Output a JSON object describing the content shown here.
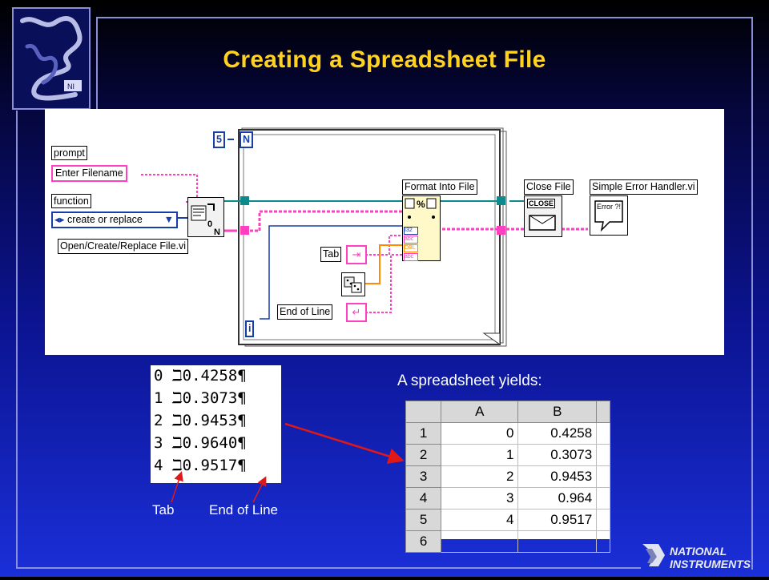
{
  "title": "Creating a Spreadsheet File",
  "diagram": {
    "loop_count": "N",
    "loop_count_value": "5",
    "iteration": "i",
    "prompt_tag": "prompt",
    "prompt_value": "Enter Filename",
    "function_tag": "function",
    "function_value": "create or replace",
    "open_vi": "Open/Create/Replace File.vi",
    "format_into_file": "Format Into File",
    "close_file": "Close File",
    "error_handler": "Simple Error Handler.vi",
    "tab_const": "Tab",
    "eol_const": "End of Line",
    "close_icon_text": "CLOSE",
    "error_icon_text": "Error ?!",
    "format_rows": [
      "I32",
      "abc",
      "DBL",
      "abc"
    ]
  },
  "listing": {
    "rows": [
      "0 ℶ0.4258¶",
      "1 ℶ0.3073¶",
      "2 ℶ0.9453¶",
      "3 ℶ0.9640¶",
      "4 ℶ0.9517¶"
    ]
  },
  "labels": {
    "tab": "Tab",
    "eol": "End of Line",
    "yields": "A spreadsheet yields:"
  },
  "sheet": {
    "columns": [
      "A",
      "B"
    ],
    "rows": [
      {
        "row": "1",
        "a": "0",
        "b": "0.4258"
      },
      {
        "row": "2",
        "a": "1",
        "b": "0.3073"
      },
      {
        "row": "3",
        "a": "2",
        "b": "0.9453"
      },
      {
        "row": "4",
        "a": "3",
        "b": "0.964"
      },
      {
        "row": "5",
        "a": "4",
        "b": "0.9517"
      },
      {
        "row": "6",
        "a": "",
        "b": ""
      }
    ]
  },
  "logo": {
    "line1": "NATIONAL",
    "line2": "INSTRUMENTS"
  },
  "colors": {
    "title": "#ffd21f",
    "wire_pink": "#ff40c0",
    "wire_teal": "#0f8a8a",
    "wire_blue": "#1a3ea8",
    "wire_orange": "#ff8a00",
    "arrow_red": "#e01818"
  }
}
